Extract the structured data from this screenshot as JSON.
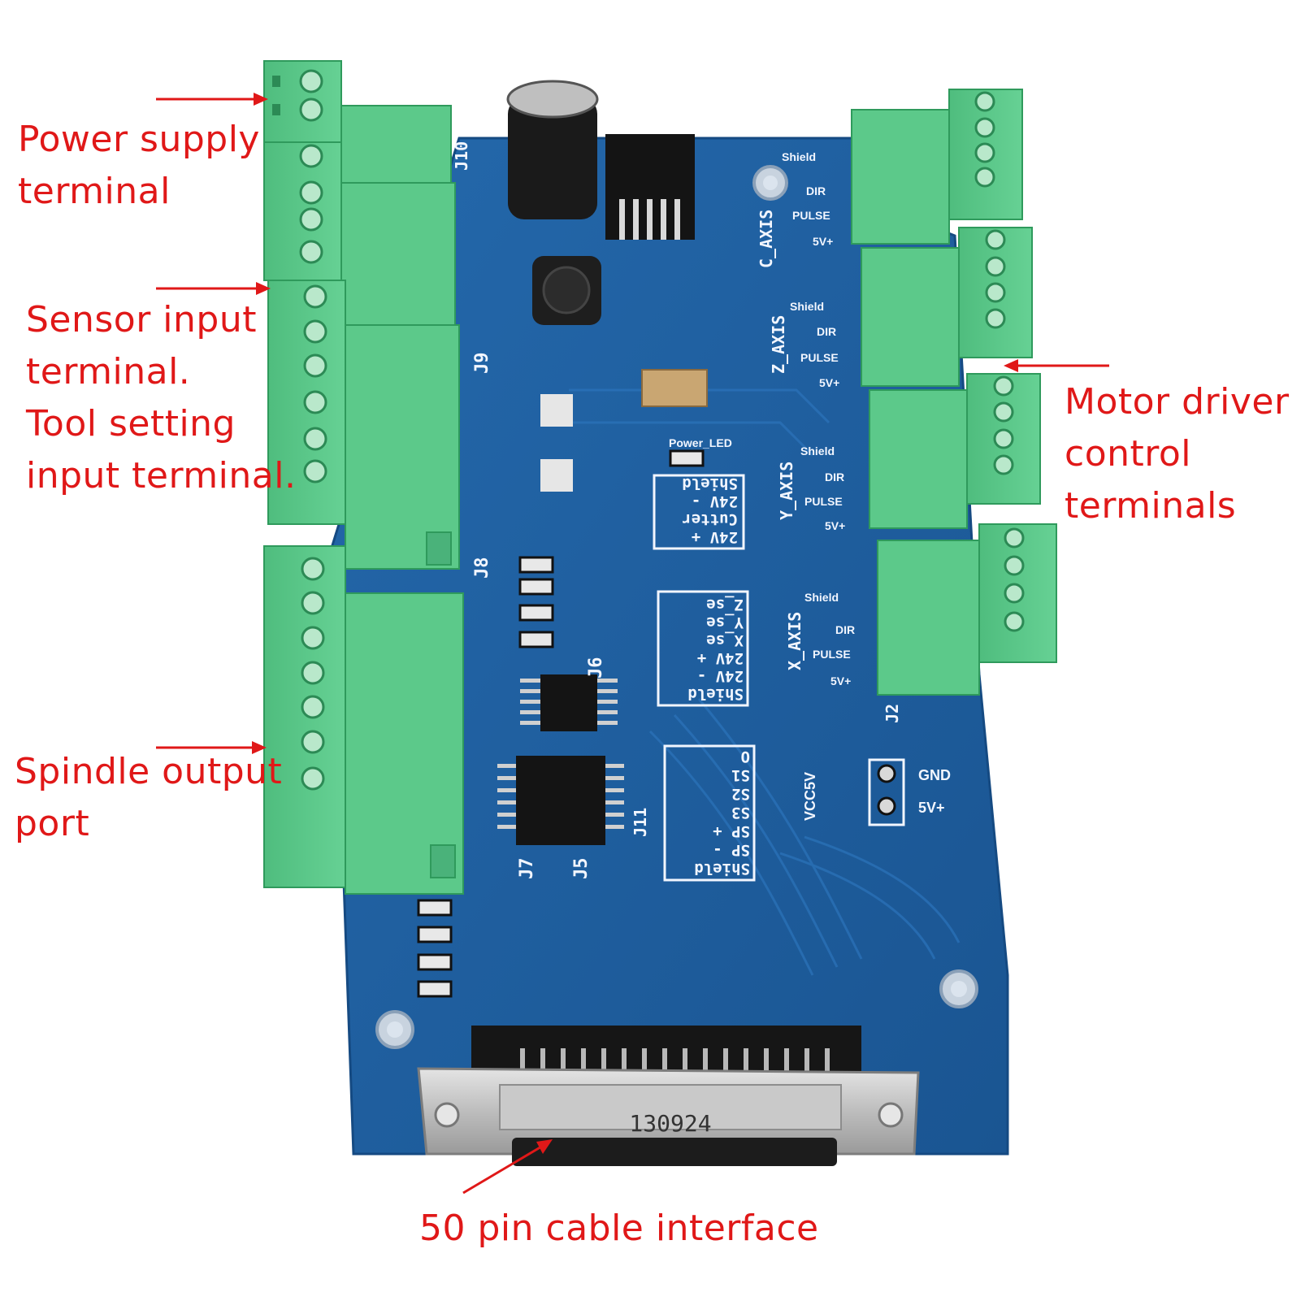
{
  "colors": {
    "pcb": "#1f5fa0",
    "pcb_dark": "#154a82",
    "terminal_green": "#5cc98a",
    "terminal_shade": "#3fae6e",
    "annotation_red": "#e01818"
  },
  "annotations": {
    "power_supply": "Power supply\nterminal",
    "sensor_input": "Sensor input\nterminal.\nTool setting\ninput terminal.",
    "spindle_output": "Spindle output\nport",
    "motor_driver": "Motor driver\ncontrol\nterminals",
    "cable_interface": "50 pin cable interface"
  },
  "silkscreen": {
    "connectors": [
      "J10",
      "J9",
      "J8",
      "J7",
      "J6",
      "J5",
      "J2",
      "J11"
    ],
    "axes": [
      "C_AXIS",
      "Z_AXIS",
      "Y_AXIS",
      "X_AXIS"
    ],
    "driver_pins": [
      "Shield",
      "DIR",
      "PULSE",
      "5V+"
    ],
    "j9_block": [
      "24V +",
      "Cutter",
      "24V -",
      "Shield"
    ],
    "j8_block": [
      "Shield",
      "24V -",
      "24V +",
      "X_se",
      "Y_se",
      "Z_se"
    ],
    "j7_block": [
      "Shield",
      "SP -",
      "SP +",
      "S3",
      "S2",
      "S1",
      "O"
    ],
    "power_led": "Power_LED",
    "vcc": "VCC5V",
    "gnd": "GND",
    "v5": "5V+",
    "connector_code": "130924"
  }
}
